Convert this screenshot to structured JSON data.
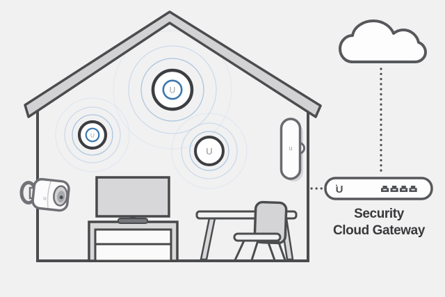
{
  "diagram": {
    "gateway": {
      "logo": "U",
      "label_line1": "Security",
      "label_line2": "Cloud Gateway",
      "port_count": 4
    },
    "access_points": [
      {
        "id": "ap-large",
        "logo": "U"
      },
      {
        "id": "ap-medium",
        "logo": "U"
      },
      {
        "id": "ap-small",
        "logo": "U"
      }
    ],
    "camera": {
      "logo": "u"
    },
    "wall_device": {
      "logo": "u"
    },
    "colors": {
      "background": "#f1f1f2",
      "outline": "#4b4c4e",
      "roof_fill": "#d2d2d4",
      "accent_blue": "#3a78ad",
      "wave_blue": "#a5c0da",
      "label_text": "#39393b"
    }
  }
}
